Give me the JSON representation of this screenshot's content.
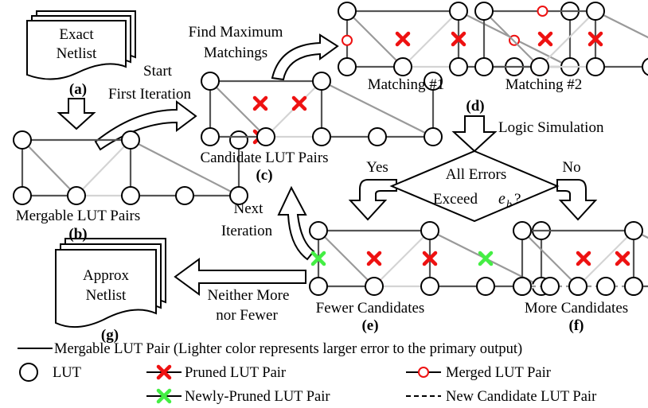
{
  "colors": {
    "stroke": "#000000",
    "edge_dark": "#555555",
    "edge_mid": "#9a9a9a",
    "edge_light": "#d4d4d4",
    "pruned": "#ee1111",
    "newly_pruned": "#44ee44",
    "merged": "#ee1111",
    "new_candidate": "#9a9a9a"
  },
  "docs": {
    "exact": [
      "Exact",
      "Netlist"
    ],
    "approx": [
      "Approx",
      "Netlist"
    ]
  },
  "labels": {
    "start": [
      "Start",
      "First Iteration"
    ],
    "find": [
      "Find Maximum",
      "Matchings"
    ],
    "matching1": "Matching #1",
    "matching2": "Matching #2",
    "logic_sim": "Logic Simulation",
    "yes": "Yes",
    "no": "No",
    "decision": [
      "All Errors",
      "Exceed"
    ],
    "decision_var": "e",
    "decision_sub": "b",
    "decision_q": "?",
    "next": [
      "Next",
      "Iteration"
    ],
    "neither": [
      "Neither More",
      "nor Fewer"
    ],
    "mergable_pairs": "Mergable LUT Pairs",
    "candidate_pairs": "Candidate LUT Pairs",
    "fewer": "Fewer Candidates",
    "more": "More Candidates",
    "a": "(a)",
    "b": "(b)",
    "c": "(c)",
    "d": "(d)",
    "e": "(e)",
    "f": "(f)",
    "g": "(g)"
  },
  "legend": {
    "line": "Mergable LUT Pair (Lighter color represents larger error to the primary output)",
    "lut": "LUT",
    "pruned": "Pruned LUT Pair",
    "merged": "Merged LUT Pair",
    "newly": "Newly-Pruned LUT Pair",
    "new_cand": "New Candidate LUT Pair"
  }
}
